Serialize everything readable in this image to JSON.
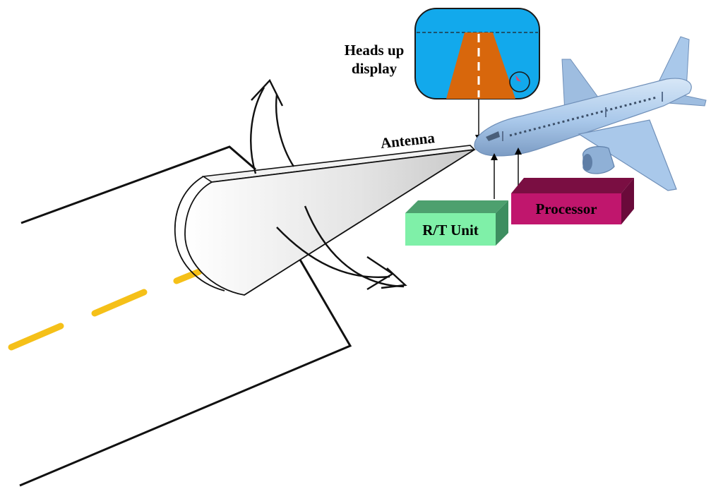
{
  "labels": {
    "hud_line1": "Heads up",
    "hud_line2": "display",
    "antenna": "Antenna",
    "processor": "Processor",
    "rt_unit": "R/T Unit"
  },
  "colors": {
    "hud_sky": "#12a9ec",
    "hud_runway": "#d8670c",
    "hud_border": "#1a1a1a",
    "runway_centerline": "#f5c018",
    "rt_face": "#7ff0a8",
    "rt_top": "#4da06e",
    "rt_side": "#3d8e60",
    "processor_face": "#c0166d",
    "processor_top": "#7a0e42",
    "processor_side": "#6a0a3a",
    "aircraft_body": "#a9c8ea",
    "aircraft_shade": "#7c9cc4"
  },
  "icons": {
    "aircraft": "airliner-icon",
    "antenna_beam": "radar-beam-icon",
    "hud_marker": "target-reticle-icon"
  }
}
